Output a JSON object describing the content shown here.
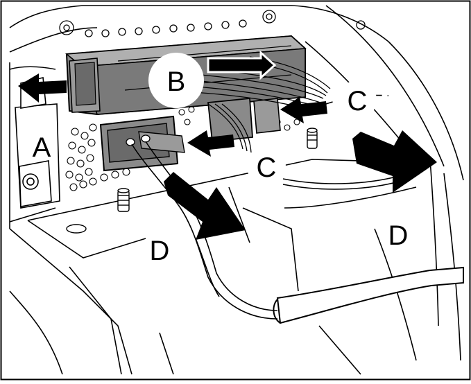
{
  "labels": {
    "a": "A",
    "b": "B",
    "c_upper": "C",
    "c_lower": "C",
    "d_left": "D",
    "d_right": "D"
  },
  "colors": {
    "line": "#000000",
    "fill": "#ffffff",
    "shade": "#7a7a7a",
    "shade_light": "#9a9a9a",
    "arrow": "#000000"
  }
}
